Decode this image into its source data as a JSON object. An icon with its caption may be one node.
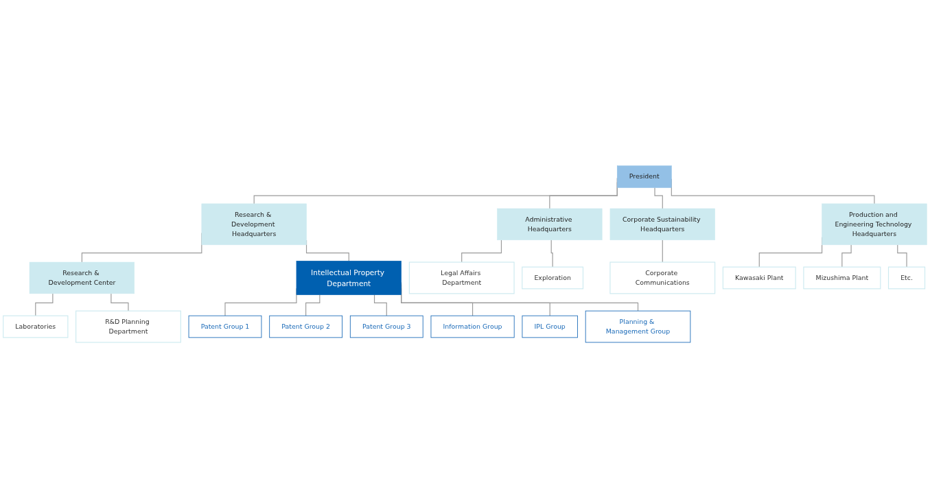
{
  "diagram": {
    "nodes": [
      {
        "text": [
          "President"
        ]
      },
      {
        "text": [
          "Research & Development Headquarters"
        ]
      },
      {
        "text": [
          "Administrative Headquarters"
        ]
      },
      {
        "text": [
          "Corporate Sustainability Headquarters"
        ]
      },
      {
        "text": [
          "Production and Engineering Technology Headquarters"
        ]
      },
      {
        "text": [
          "Research & Development Center"
        ]
      },
      {
        "text": [
          "Kawasaki Plant"
        ]
      },
      {
        "text": [
          "Mizushima Plant"
        ]
      },
      {
        "text": [
          "Etc."
        ]
      },
      {
        "text": [
          "Laboratories"
        ]
      },
      {
        "text": [
          "R&D Planning Department"
        ]
      },
      {
        "text": [
          "Intellectual Property Department"
        ]
      },
      {
        "text": [
          "Legal Affairs Department"
        ]
      },
      {
        "text": [
          "Exploration"
        ]
      },
      {
        "text": [
          "Corporate Communications"
        ]
      },
      {
        "text": [
          "Patent Group 1"
        ]
      },
      {
        "text": [
          "Patent Group 2"
        ]
      },
      {
        "text": [
          "Patent Group 3"
        ]
      },
      {
        "text": [
          "Information Group"
        ]
      },
      {
        "text": [
          "IPL Group"
        ]
      },
      {
        "text": [
          "Planning & Management Group"
        ]
      }
    ],
    "edges": [
      {
        "from": 0,
        "to": 1,
        "arrow": "none"
      },
      {
        "from": 0,
        "to": 2,
        "arrow": "none"
      },
      {
        "from": 0,
        "to": 3,
        "arrow": "none"
      },
      {
        "from": 0,
        "to": 4,
        "arrow": "none"
      },
      {
        "from": 1,
        "to": 5,
        "arrow": "none"
      },
      {
        "from": 4,
        "to": 6,
        "arrow": "none"
      },
      {
        "from": 4,
        "to": 7,
        "arrow": "none"
      },
      {
        "from": 4,
        "to": 8,
        "arrow": "none"
      },
      {
        "from": 5,
        "to": 9,
        "arrow": "none"
      },
      {
        "from": 5,
        "to": 10,
        "arrow": "none"
      },
      {
        "from": 1,
        "to": 11,
        "arrow": "none"
      },
      {
        "from": 2,
        "to": 12,
        "arrow": "none"
      },
      {
        "from": 2,
        "to": 13,
        "arrow": "none"
      },
      {
        "from": 3,
        "to": 14,
        "arrow": "none"
      },
      {
        "from": 11,
        "to": 15,
        "arrow": "none"
      },
      {
        "from": 11,
        "to": 16,
        "arrow": "none"
      },
      {
        "from": 11,
        "to": 17,
        "arrow": "none"
      },
      {
        "from": 11,
        "to": 18,
        "arrow": "none"
      },
      {
        "from": 11,
        "to": 19,
        "arrow": "none"
      },
      {
        "from": 11,
        "to": 20,
        "arrow": "none"
      }
    ]
  }
}
